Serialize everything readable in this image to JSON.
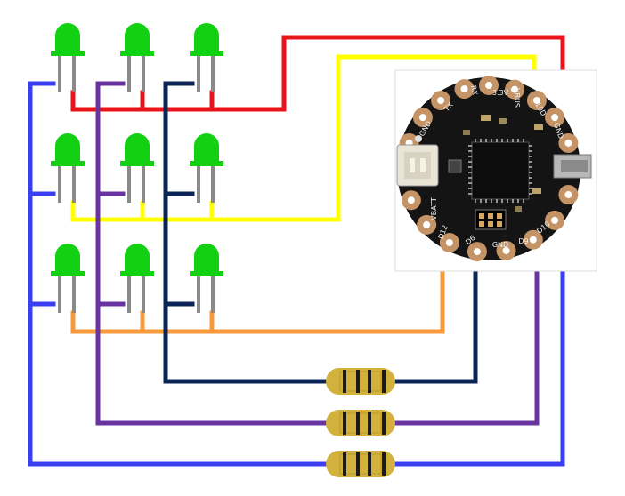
{
  "colors": {
    "red": "#e8141c",
    "yellow": "#ffff00",
    "orange": "#f7993a",
    "navy": "#0b2456",
    "purple": "#6a34a0",
    "blue": "#3a3ef2",
    "led_green": "#12d112",
    "led_leg": "#8a8a8a",
    "board": "#131313",
    "pad": "#c49366",
    "resistor_body": "#d2b23c"
  },
  "board": {
    "pin_labels": {
      "rx": "RX",
      "v33": "3.3V",
      "vbus": "VBUS",
      "d10_top": "10D",
      "gnd_right": "GND",
      "tx": "TX",
      "gnd_left": "GND",
      "vbatt": "VBATT",
      "d12": "D12",
      "d6": "D6",
      "gnd_bottom": "GND",
      "d9": "D9",
      "d10": "D10"
    }
  }
}
